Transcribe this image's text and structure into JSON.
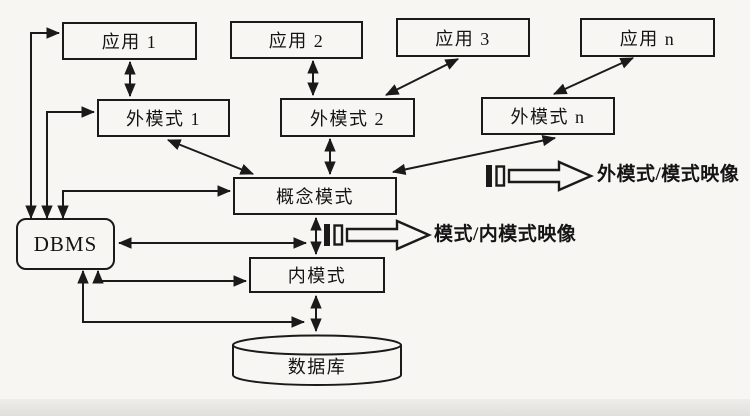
{
  "diagram": {
    "nodes": {
      "app1": "应用 1",
      "app2": "应用 2",
      "app3": "应用 3",
      "appn": "应用 n",
      "ext1": "外模式 1",
      "ext2": "外模式 2",
      "extn": "外模式 n",
      "concept": "概念模式",
      "internal": "内模式",
      "dbms": "DBMS",
      "database": "数据库"
    },
    "legend": {
      "external_to_schema": "外模式/模式映像",
      "schema_to_internal": "模式/内模式映像"
    },
    "edges": [
      "DBMS ↔ 应用 1",
      "DBMS ↔ 外模式 1",
      "DBMS ↔ 概念模式",
      "DBMS ↔ 概念模式—内模式连线",
      "DBMS ↔ 内模式",
      "DBMS ↔ 内模式—数据库连线",
      "应用 1 ↔ 外模式 1",
      "应用 2 ↔ 外模式 2",
      "应用 3 ↔ 外模式 2",
      "应用 n ↔ 外模式 n",
      "外模式 1 ↔ 概念模式",
      "外模式 2 ↔ 概念模式",
      "外模式 n ↔ 概念模式",
      "概念模式 ↔ 内模式",
      "内模式 ↔ 数据库"
    ],
    "colors": {
      "line": "#1a1a1a",
      "background": "#f7f6f3",
      "footer_strip": "#e3e2df"
    }
  }
}
